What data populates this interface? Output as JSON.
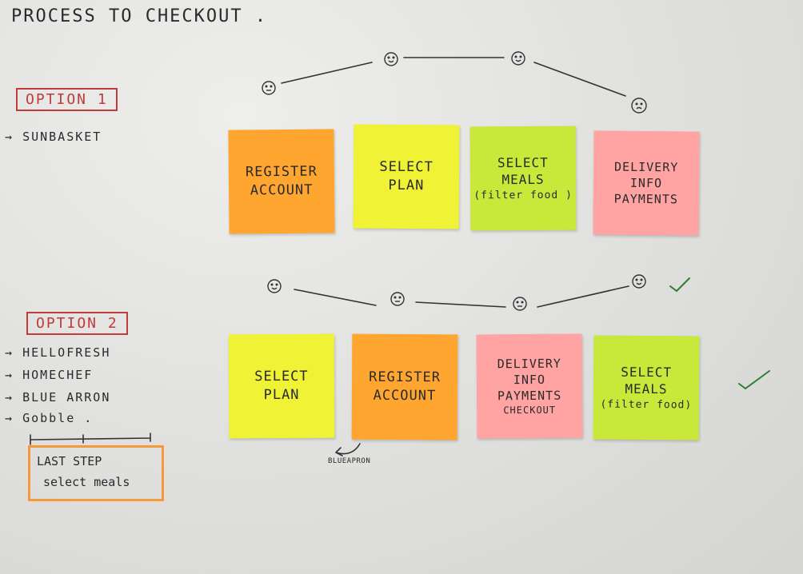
{
  "title": "PROCESS TO CHECKOUT .",
  "option1": {
    "label": "OPTION 1",
    "brands": [
      "SUNBASKET"
    ],
    "notes": [
      {
        "lines": [
          "REGISTER",
          "ACCOUNT"
        ],
        "color": "#ffa630"
      },
      {
        "lines": [
          "SELECT",
          "PLAN"
        ],
        "color": "#f0f236"
      },
      {
        "lines": [
          "SELECT",
          "MEALS",
          "(filter food )"
        ],
        "color": "#c8e83a"
      },
      {
        "lines": [
          "DELIVERY",
          "INFO",
          "PAYMENTS"
        ],
        "color": "#ffa3a3"
      }
    ],
    "moods": [
      "neutral",
      "happy",
      "happy",
      "sad"
    ]
  },
  "option2": {
    "label": "OPTION 2",
    "brands": [
      "HELLOFRESH",
      "HOMECHEF",
      "BLUE ARRON",
      "Gobble ."
    ],
    "notes": [
      {
        "lines": [
          "SELECT",
          "PLAN"
        ],
        "color": "#f0f236"
      },
      {
        "lines": [
          "REGISTER",
          "ACCOUNT"
        ],
        "color": "#ffa630"
      },
      {
        "lines": [
          "DELIVERY",
          "INFO",
          "PAYMENTS",
          "CHECKOUT"
        ],
        "color": "#ffa3a3"
      },
      {
        "lines": [
          "SELECT",
          "MEALS",
          "(filter food)"
        ],
        "color": "#c8e83a"
      }
    ],
    "moods": [
      "happy",
      "neutral",
      "neutral",
      "happy"
    ],
    "arrow_label": "BLUEAPRON",
    "last_step": [
      "LAST STEP",
      "select meals"
    ]
  }
}
